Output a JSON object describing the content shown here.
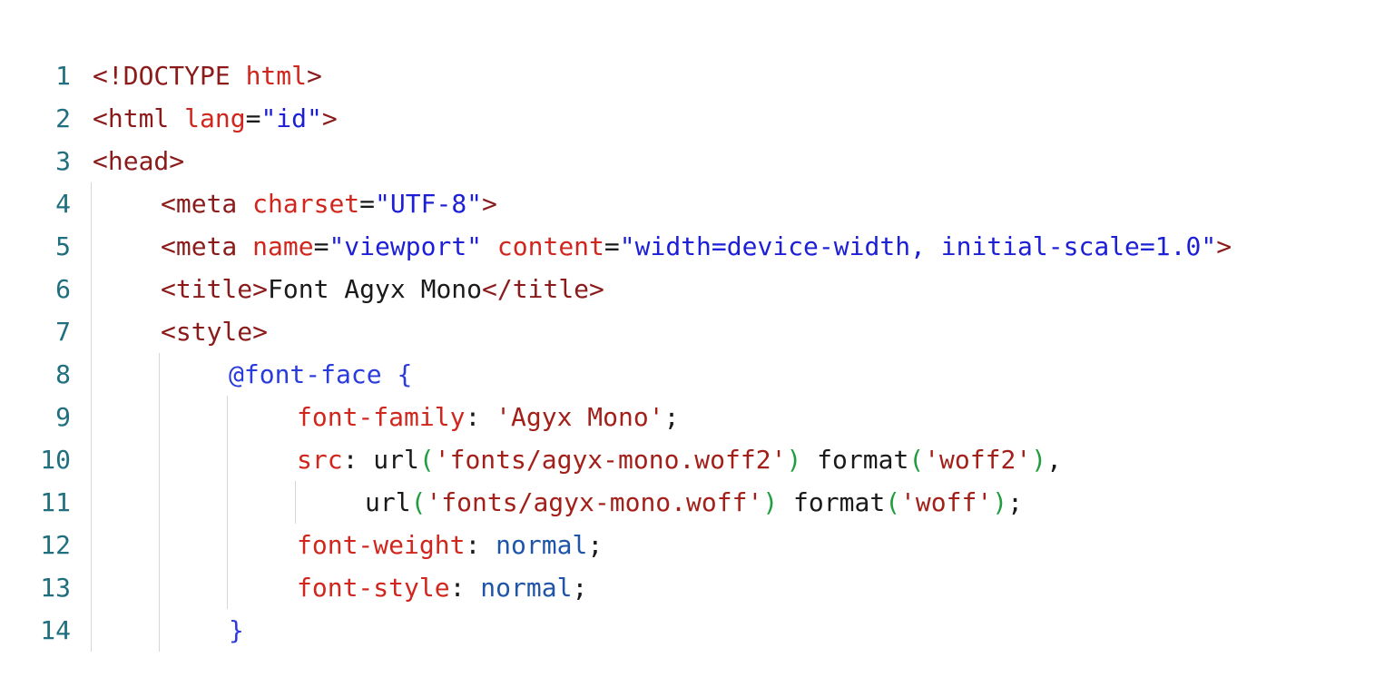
{
  "colors": {
    "line_number": "#1f6f7f",
    "tag": "#8b1a1a",
    "attribute": "#d0261d",
    "string": "#1d1fd6",
    "plain": "#1a1a1a",
    "at_rule": "#2a3bdc",
    "css_property": "#d0261d",
    "paren": "#1f9d3f",
    "css_string": "#a3201a",
    "keyword_value": "#1f55a8",
    "indent_guide": "#d6d6d6"
  },
  "lines": [
    {
      "number": "1",
      "indent": 0,
      "tokens": [
        {
          "t": "<!DOCTYPE ",
          "c": "tok-tag"
        },
        {
          "t": "html",
          "c": "tok-attr"
        },
        {
          "t": ">",
          "c": "tok-tag"
        }
      ]
    },
    {
      "number": "2",
      "indent": 0,
      "tokens": [
        {
          "t": "<html ",
          "c": "tok-tag"
        },
        {
          "t": "lang",
          "c": "tok-attr"
        },
        {
          "t": "=",
          "c": "tok-plain"
        },
        {
          "t": "\"id\"",
          "c": "tok-str"
        },
        {
          "t": ">",
          "c": "tok-tag"
        }
      ]
    },
    {
      "number": "3",
      "indent": 0,
      "tokens": [
        {
          "t": "<head>",
          "c": "tok-tag"
        }
      ]
    },
    {
      "number": "4",
      "indent": 1,
      "tokens": [
        {
          "t": "<meta ",
          "c": "tok-tag"
        },
        {
          "t": "charset",
          "c": "tok-attr"
        },
        {
          "t": "=",
          "c": "tok-plain"
        },
        {
          "t": "\"UTF-8\"",
          "c": "tok-str"
        },
        {
          "t": ">",
          "c": "tok-tag"
        }
      ]
    },
    {
      "number": "5",
      "indent": 1,
      "tokens": [
        {
          "t": "<meta ",
          "c": "tok-tag"
        },
        {
          "t": "name",
          "c": "tok-attr"
        },
        {
          "t": "=",
          "c": "tok-plain"
        },
        {
          "t": "\"viewport\" ",
          "c": "tok-str"
        },
        {
          "t": "content",
          "c": "tok-attr"
        },
        {
          "t": "=",
          "c": "tok-plain"
        },
        {
          "t": "\"width=device-width, initial-scale=1.0\"",
          "c": "tok-str"
        },
        {
          "t": ">",
          "c": "tok-tag"
        }
      ]
    },
    {
      "number": "6",
      "indent": 1,
      "tokens": [
        {
          "t": "<title>",
          "c": "tok-tag"
        },
        {
          "t": "Font Agyx Mono",
          "c": "tok-plain"
        },
        {
          "t": "</title>",
          "c": "tok-tag"
        }
      ]
    },
    {
      "number": "7",
      "indent": 1,
      "tokens": [
        {
          "t": "<style>",
          "c": "tok-tag"
        }
      ]
    },
    {
      "number": "8",
      "indent": 2,
      "tokens": [
        {
          "t": "@font-face ",
          "c": "tok-at"
        },
        {
          "t": "{",
          "c": "tok-brace"
        }
      ]
    },
    {
      "number": "9",
      "indent": 3,
      "tokens": [
        {
          "t": "font-family",
          "c": "tok-prop"
        },
        {
          "t": ": ",
          "c": "tok-plain"
        },
        {
          "t": "'Agyx Mono'",
          "c": "tok-css-str"
        },
        {
          "t": ";",
          "c": "tok-plain"
        }
      ]
    },
    {
      "number": "10",
      "indent": 3,
      "tokens": [
        {
          "t": "src",
          "c": "tok-prop"
        },
        {
          "t": ": url",
          "c": "tok-plain"
        },
        {
          "t": "(",
          "c": "tok-paren"
        },
        {
          "t": "'fonts/agyx-mono.woff2'",
          "c": "tok-css-str"
        },
        {
          "t": ")",
          "c": "tok-paren"
        },
        {
          "t": " format",
          "c": "tok-plain"
        },
        {
          "t": "(",
          "c": "tok-paren"
        },
        {
          "t": "'woff2'",
          "c": "tok-css-str"
        },
        {
          "t": ")",
          "c": "tok-paren"
        },
        {
          "t": ",",
          "c": "tok-plain"
        }
      ]
    },
    {
      "number": "11",
      "indent": 4,
      "tokens": [
        {
          "t": "url",
          "c": "tok-plain"
        },
        {
          "t": "(",
          "c": "tok-paren"
        },
        {
          "t": "'fonts/agyx-mono.woff'",
          "c": "tok-css-str"
        },
        {
          "t": ")",
          "c": "tok-paren"
        },
        {
          "t": " format",
          "c": "tok-plain"
        },
        {
          "t": "(",
          "c": "tok-paren"
        },
        {
          "t": "'woff'",
          "c": "tok-css-str"
        },
        {
          "t": ")",
          "c": "tok-paren"
        },
        {
          "t": ";",
          "c": "tok-plain"
        }
      ]
    },
    {
      "number": "12",
      "indent": 3,
      "tokens": [
        {
          "t": "font-weight",
          "c": "tok-prop"
        },
        {
          "t": ": ",
          "c": "tok-plain"
        },
        {
          "t": "normal",
          "c": "tok-kw"
        },
        {
          "t": ";",
          "c": "tok-plain"
        }
      ]
    },
    {
      "number": "13",
      "indent": 3,
      "tokens": [
        {
          "t": "font-style",
          "c": "tok-prop"
        },
        {
          "t": ": ",
          "c": "tok-plain"
        },
        {
          "t": "normal",
          "c": "tok-kw"
        },
        {
          "t": ";",
          "c": "tok-plain"
        }
      ]
    },
    {
      "number": "14",
      "indent": 2,
      "tokens": [
        {
          "t": "}",
          "c": "tok-brace"
        }
      ]
    }
  ]
}
